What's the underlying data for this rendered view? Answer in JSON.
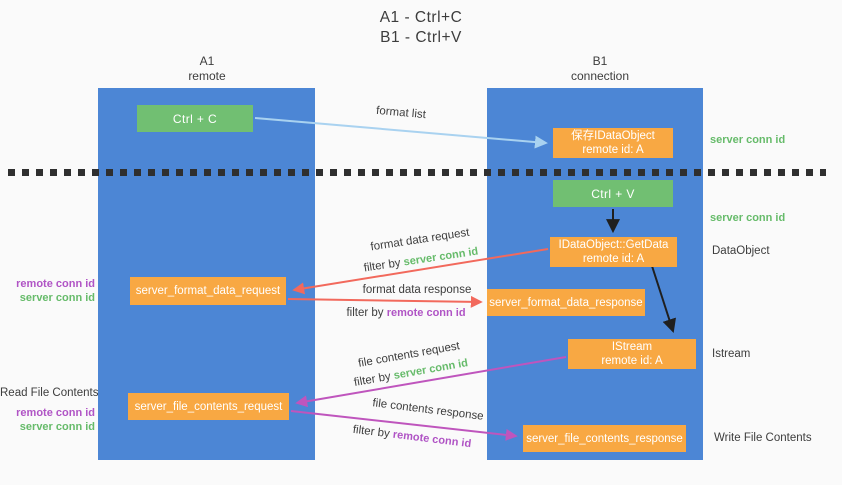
{
  "title": {
    "line1": "A1 - Ctrl+C",
    "line2": "B1 - Ctrl+V"
  },
  "lanes": {
    "left": {
      "title": "A1",
      "subtitle": "remote"
    },
    "right": {
      "title": "B1",
      "subtitle": "connection"
    }
  },
  "nodes": {
    "ctrl_c": {
      "label": "Ctrl + C"
    },
    "save_idataobject": {
      "line1": "保存IDataObject",
      "line2": "remote id: A"
    },
    "ctrl_v": {
      "label": "Ctrl + V"
    },
    "getdata": {
      "line1": "IDataObject::GetData",
      "line2": "remote id: A"
    },
    "format_request": {
      "label": "server_format_data_request"
    },
    "format_response": {
      "label": "server_format_data_response"
    },
    "istream": {
      "line1": "IStream",
      "line2": "remote id: A"
    },
    "file_request": {
      "label": "server_file_contents_request"
    },
    "file_response": {
      "label": "server_file_contents_response"
    }
  },
  "arrow_labels": {
    "format_list": "format list",
    "format_data_request": "format data request",
    "format_data_response": "format data response",
    "file_contents_request": "file contents request",
    "file_contents_response": "file contents response",
    "filter_by": "filter by",
    "server_conn_id": "server conn id",
    "remote_conn_id": "remote conn id"
  },
  "side_labels": {
    "right_server_conn_id_top": "server conn id",
    "right_server_conn_id_mid": "server conn id",
    "right_dataobject": "DataObject",
    "right_istream": "Istream",
    "right_write_file_contents": "Write File Contents",
    "left_remote_conn_id_top": "remote conn id",
    "left_server_conn_id_top": "server conn id",
    "left_read_file_contents": "Read File Contents",
    "left_remote_conn_id_bottom": "remote conn id",
    "left_server_conn_id_bottom": "server conn id"
  },
  "colors": {
    "lane_blue": "#4c86d5",
    "box_green": "#71bf72",
    "box_orange": "#f8a843",
    "arrow_red": "#f2695c",
    "arrow_magenta": "#bf55bd",
    "arrow_lightblue": "#a9d2f0",
    "arrow_black": "#1f1f1f",
    "text_green": "#66bb6a",
    "text_purple": "#b054c5",
    "text_dark": "#3d3d3d",
    "bg": "#fafafa"
  }
}
